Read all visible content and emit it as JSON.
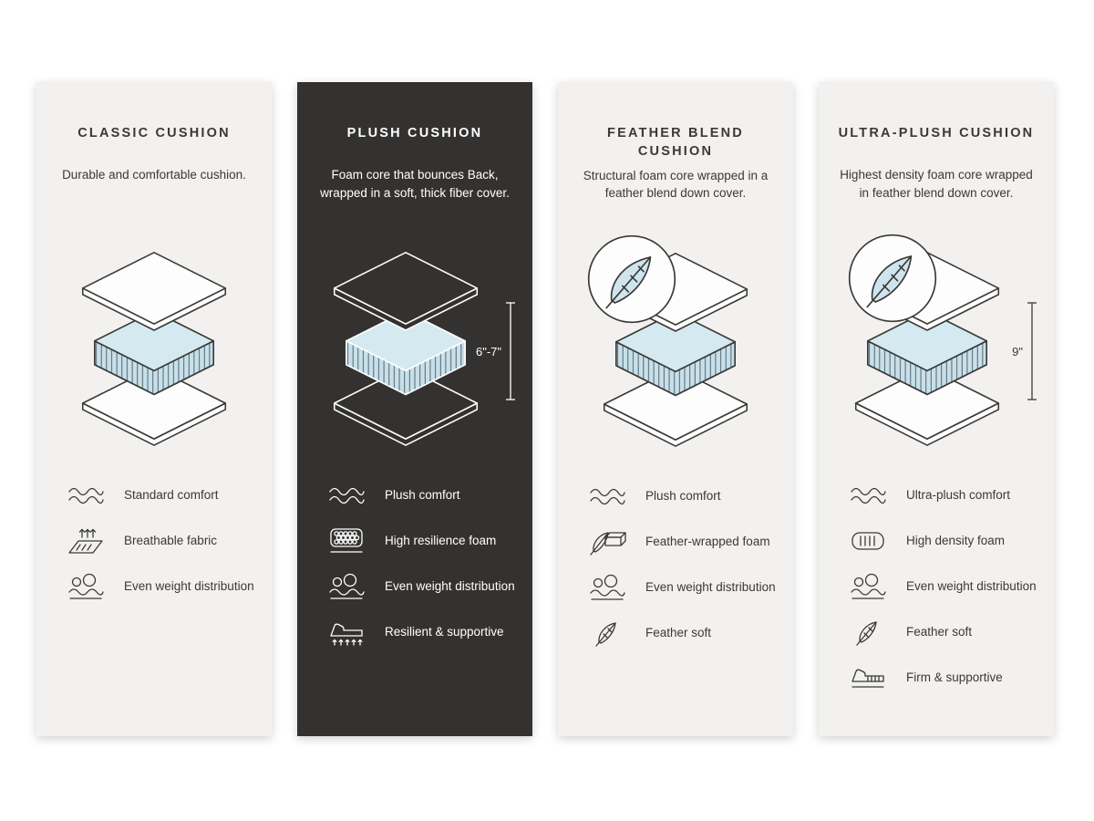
{
  "page": {
    "background": "#ffffff"
  },
  "colors": {
    "light_card": "#f2f1ef",
    "dark_card": "#343230",
    "foam_blue": "#cfe5ee",
    "line": "#3a3936"
  },
  "cards": [
    {
      "title": "CLASSIC CUSHION",
      "description": "Durable and comfortable cushion.",
      "theme": "light",
      "feather_badge": false,
      "measurement": "",
      "features": [
        {
          "icon": "waves-icon",
          "label": "Standard comfort"
        },
        {
          "icon": "breathable-fabric-icon",
          "label": "Breathable fabric"
        },
        {
          "icon": "even-weight-icon",
          "label": "Even weight distribution"
        }
      ]
    },
    {
      "title": "PLUSH CUSHION",
      "description": "Foam core that bounces Back, wrapped in a soft, thick fiber cover.",
      "theme": "dark",
      "feather_badge": false,
      "measurement": "6\"-7\"",
      "features": [
        {
          "icon": "waves-icon",
          "label": "Plush comfort"
        },
        {
          "icon": "foam-bubbles-icon",
          "label": "High resilience foam"
        },
        {
          "icon": "even-weight-icon",
          "label": "Even weight distribution"
        },
        {
          "icon": "resilient-supportive-icon",
          "label": "Resilient & supportive"
        }
      ]
    },
    {
      "title": "FEATHER BLEND CUSHION",
      "description": "Structural foam core wrapped in a feather blend down cover.",
      "theme": "light",
      "feather_badge": true,
      "measurement": "",
      "features": [
        {
          "icon": "waves-icon",
          "label": "Plush comfort"
        },
        {
          "icon": "feather-foam-icon",
          "label": "Feather-wrapped foam"
        },
        {
          "icon": "even-weight-icon",
          "label": "Even weight distribution"
        },
        {
          "icon": "feather-icon",
          "label": "Feather soft"
        }
      ]
    },
    {
      "title": "ULTRA-PLUSH CUSHION",
      "description": "Highest density foam core wrapped in feather blend down cover.",
      "theme": "light",
      "feather_badge": true,
      "measurement": "9\"",
      "features": [
        {
          "icon": "waves-icon",
          "label": "Ultra-plush comfort"
        },
        {
          "icon": "dense-foam-icon",
          "label": "High density foam"
        },
        {
          "icon": "even-weight-icon",
          "label": "Even weight distribution"
        },
        {
          "icon": "feather-icon",
          "label": "Feather soft"
        },
        {
          "icon": "firm-supportive-icon",
          "label": "Firm & supportive"
        }
      ]
    }
  ]
}
